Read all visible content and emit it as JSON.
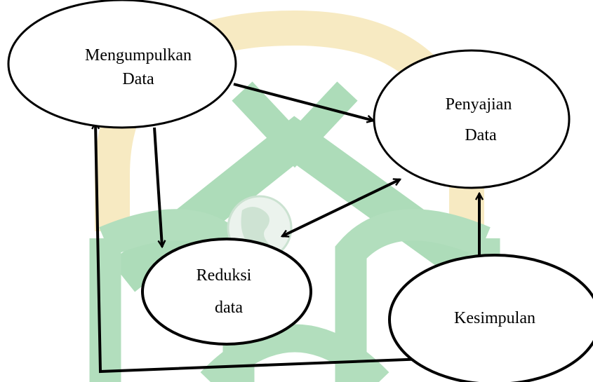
{
  "diagram": {
    "nodes": {
      "collect": {
        "line1": "Mengumpulkan",
        "line2": "Data"
      },
      "display": {
        "line1": "Penyajian",
        "line2": "Data"
      },
      "reduce": {
        "line1": "Reduksi",
        "line2": "data"
      },
      "conclude": {
        "line1": "Kesimpulan"
      }
    },
    "colors": {
      "ink": "#000000",
      "watermark_green": "#8fcf9f",
      "watermark_yellow": "#f5e3b0",
      "watermark_globe": "#b9d6c0"
    },
    "watermark": "university-logo"
  }
}
